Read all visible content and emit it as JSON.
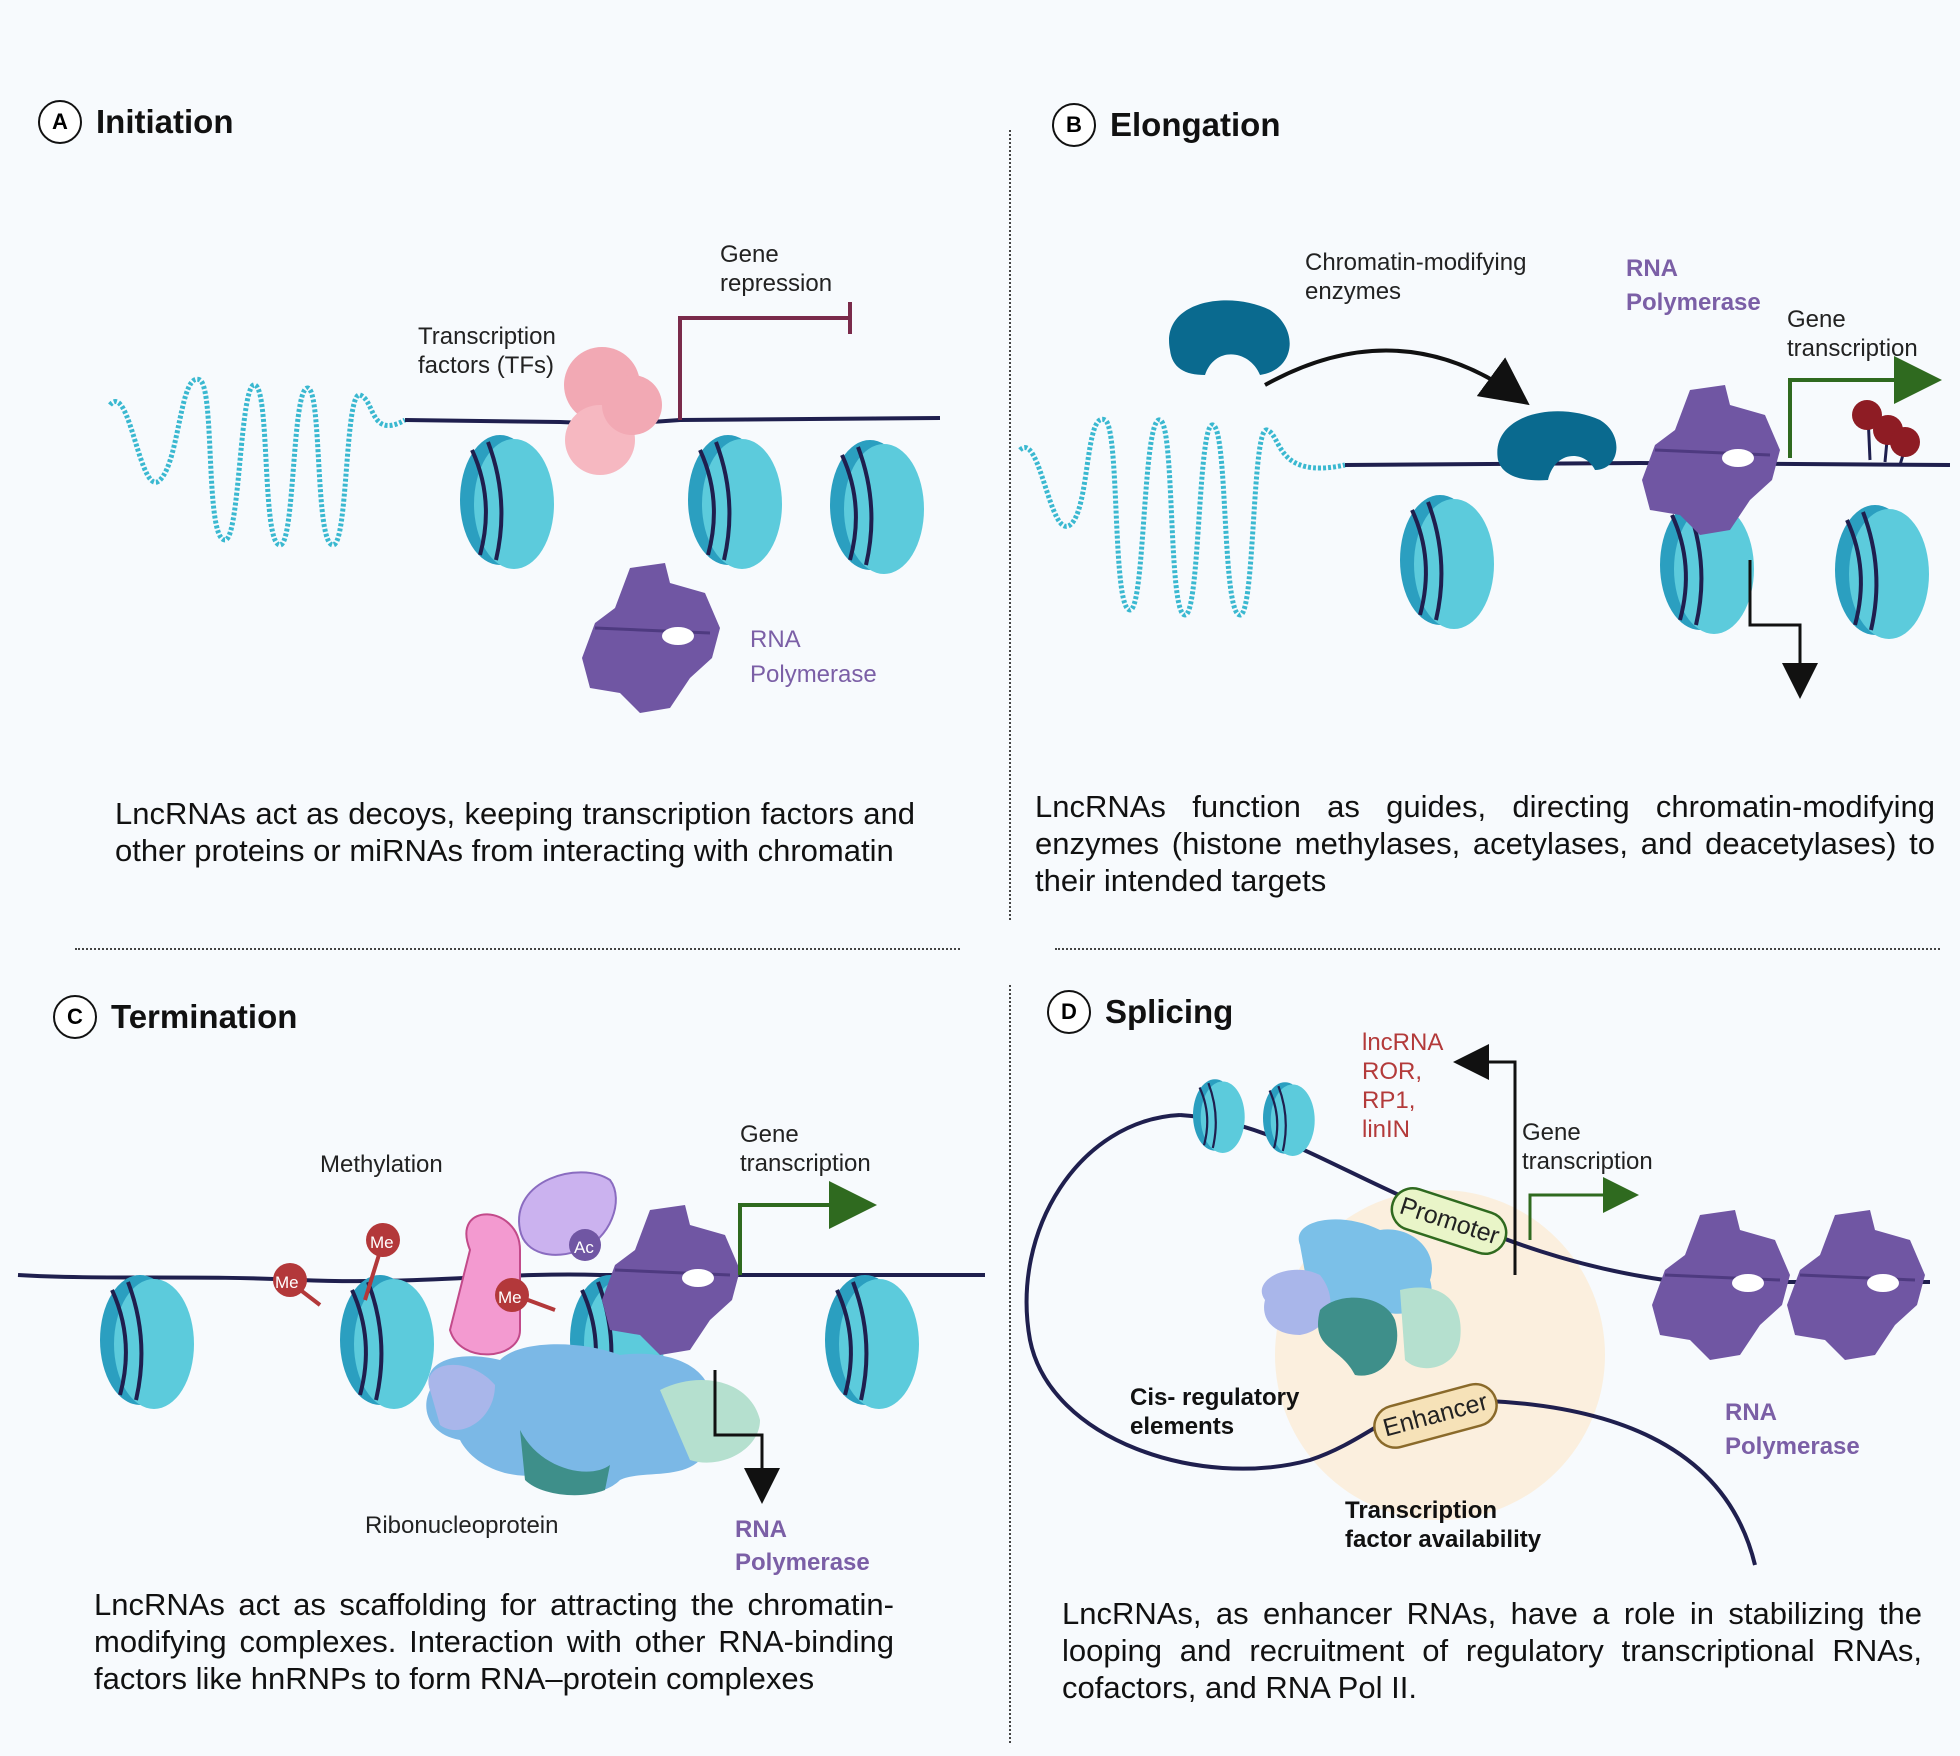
{
  "panels": {
    "a": {
      "letter": "A",
      "title": "Initiation",
      "labels": {
        "gene_repression": "Gene\nrepression",
        "tfs": "Transcription\nfactors (TFs)",
        "rna_pol_1": "RNA",
        "rna_pol_2": "Polymerase"
      },
      "caption": "LncRNAs act as decoys, keeping transcription factors and other proteins or miRNAs from interacting with chromatin"
    },
    "b": {
      "letter": "B",
      "title": "Elongation",
      "labels": {
        "chromatin_enzymes": "Chromatin-modifying\nenzymes",
        "rna_pol_1": "RNA",
        "rna_pol_2": "Polymerase",
        "gene_transcription": "Gene\ntranscription"
      },
      "caption": "LncRNAs function as guides, directing chromatin-modifying enzymes (histone methylases, acetylases, and deacetylases) to their intended targets"
    },
    "c": {
      "letter": "C",
      "title": "Termination",
      "labels": {
        "methylation": "Methylation",
        "gene_transcription": "Gene\ntranscription",
        "ribonucleoprotein": "Ribonucleoprotein",
        "rna_pol_1": "RNA",
        "rna_pol_2": "Polymerase",
        "me": "Me",
        "ac": "Ac"
      },
      "caption": "LncRNAs act as scaffolding for attracting the chromatin-modifying complexes. Interaction with other RNA-binding factors like hnRNPs to form RNA–protein complexes"
    },
    "d": {
      "letter": "D",
      "title": "Splicing",
      "labels": {
        "lncrna": "lncRNA\nROR,\nRP1,\nlinIN",
        "gene_transcription": "Gene\ntranscription",
        "promoter": "Promoter",
        "enhancer": "Enhancer",
        "cis": "Cis- regulatory\nelements",
        "tf_avail": "Transcription\nfactor availability",
        "rna_pol_1": "RNA",
        "rna_pol_2": "Polymerase"
      },
      "caption": "LncRNAs, as enhancer RNAs, have a role in stabilizing the looping and recruitment of regulatory transcriptional RNAs, cofactors, and RNA Pol II."
    }
  },
  "colors": {
    "dna": "#1f1f4e",
    "nucleosome": "#2aa3c4",
    "nucleosome_light": "#5ccbdc",
    "polymerase": "#7056a3",
    "enzyme": "#0a6a8f",
    "tf_pink": "#f2a9b4",
    "repression": "#7a2a4a",
    "green_arrow": "#2f6a1f",
    "me_red": "#b3383a"
  }
}
